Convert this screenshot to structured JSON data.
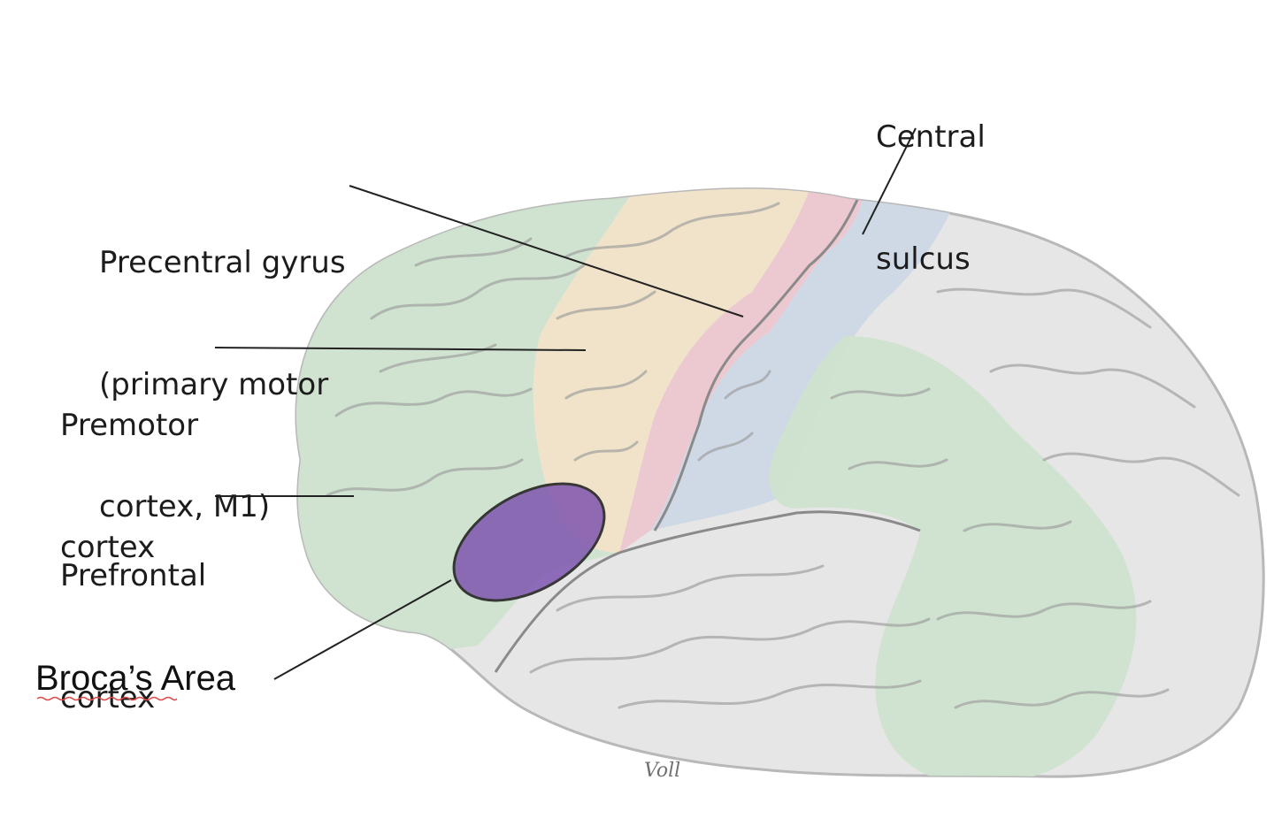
{
  "labels": {
    "central_sulcus": [
      "Central",
      "sulcus"
    ],
    "precentral_gyrus": [
      "Precentral gyrus",
      "(primary motor",
      "cortex, M1)"
    ],
    "premotor_cortex": [
      "Premotor",
      "cortex"
    ],
    "prefrontal_cortex": [
      "Prefrontal",
      "cortex"
    ],
    "broca_area": "Broca’s Area"
  },
  "signature": "Voll",
  "colors": {
    "prefrontal_region": "#cfe3cf",
    "premotor_region": "#f1e3c9",
    "precentral_gyrus": "#ecc8d0",
    "postcentral_gyrus": "#cfd9e6",
    "parietal_temporal_region": "#cfe3cf",
    "brain_surface": "#e6e6e6",
    "broca_area": "#7f56b0"
  }
}
